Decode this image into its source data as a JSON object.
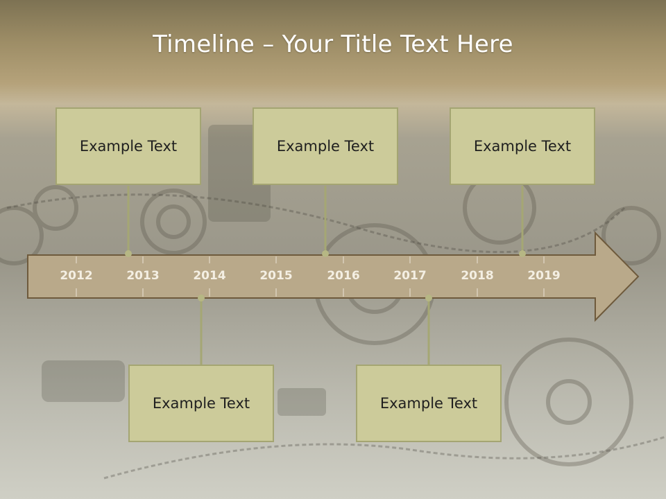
{
  "slide": {
    "title": "Timeline – Your Title Text Here"
  },
  "timeline": {
    "years": [
      "2012",
      "2013",
      "2014",
      "2015",
      "2016",
      "2017",
      "2018",
      "2019"
    ],
    "events": [
      {
        "text": "Example Text",
        "position": "above"
      },
      {
        "text": "Example Text",
        "position": "above"
      },
      {
        "text": "Example Text",
        "position": "above"
      },
      {
        "text": "Example Text",
        "position": "below"
      },
      {
        "text": "Example Text",
        "position": "below"
      }
    ]
  },
  "colors": {
    "box_fill": "#cccb9a",
    "box_border": "#a4a572",
    "arrow_fill": "#b9a98a",
    "arrow_border": "#6e5a3c",
    "year_text": "#f4efe3"
  }
}
